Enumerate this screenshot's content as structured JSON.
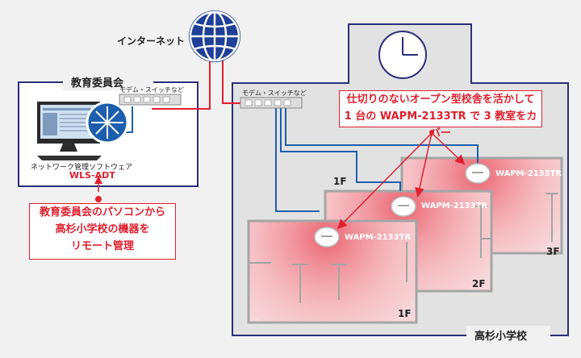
{
  "internet": {
    "label": "インターネット"
  },
  "board": {
    "title": "教育委員会",
    "switch_label": "モデム・スイッチなど",
    "software_caption": "ネットワーク管理ソフトウェア",
    "software_name": "WLS-ADT"
  },
  "school": {
    "title": "高杉小学校",
    "switch_label": "モデム・スイッチなど",
    "floors": [
      "1F",
      "2F",
      "3F",
      "1F"
    ],
    "ap_model": "WAPM-2133TR"
  },
  "callouts": {
    "school_lines": [
      "仕切りのないオープン型校舎を活かして",
      "1 台の WAPM-2133TR で 3 教室をカバー"
    ],
    "board_lines": [
      "教育委員会のパソコンから",
      "高杉小学校の機器を",
      "リモート管理"
    ]
  },
  "colors": {
    "accent_red": "#e0202e",
    "frame_blue": "#2a2f7a",
    "cable_blue": "#1d5fae",
    "internet_blue": "#1f3f99"
  },
  "icons": [
    "globe-icon",
    "clock-icon",
    "monitor-icon",
    "network-hub-icon",
    "switch-icon",
    "access-point-icon"
  ]
}
